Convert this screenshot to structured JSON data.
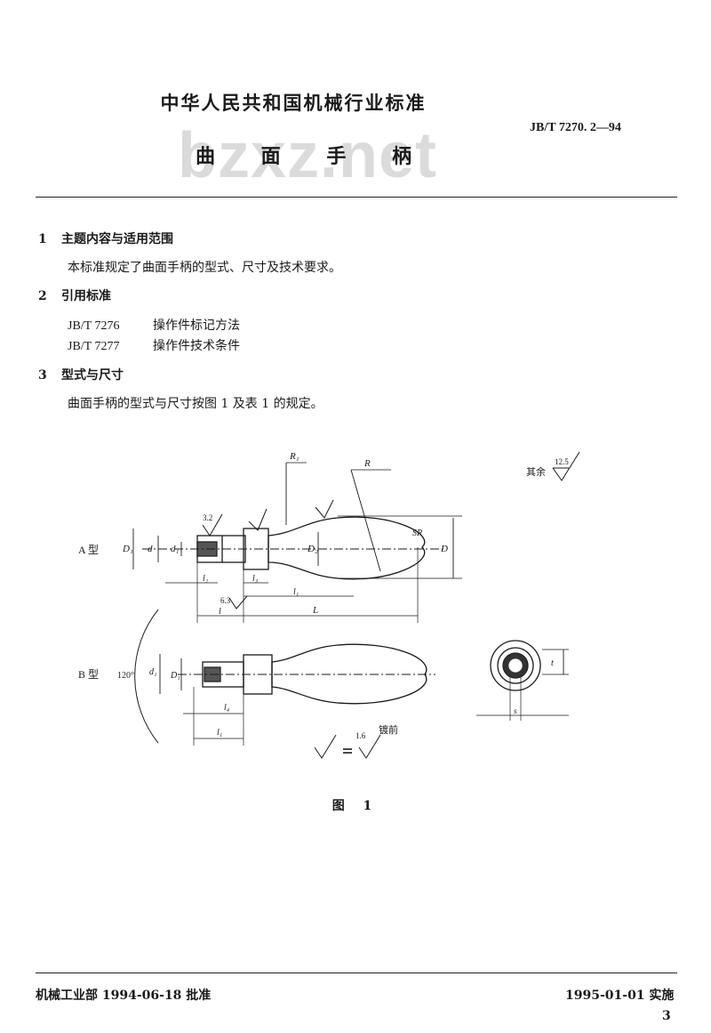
{
  "header": {
    "organization": "中华人民共和国机械行业标准",
    "standard_number": "JB/T 7270. 2—94",
    "title": "曲 面 手 柄",
    "watermark": "bzxz.net"
  },
  "sections": [
    {
      "number": "1",
      "heading": "主题内容与适用范围",
      "text": "本标准规定了曲面手柄的型式、尺寸及技术要求。"
    },
    {
      "number": "2",
      "heading": "引用标准",
      "refs": [
        {
          "code": "JB/T 7276",
          "title": "操作件标记方法"
        },
        {
          "code": "JB/T 7277",
          "title": "操作件技术条件"
        }
      ]
    },
    {
      "number": "3",
      "heading": "型式与尺寸",
      "text": "曲面手柄的型式与尺寸按图 1 及表 1 的规定。"
    }
  ],
  "figure": {
    "caption": "图 1",
    "type_a": "A 型",
    "type_b": "B 型",
    "rest_label": "其余",
    "rest_roughness": "12.5",
    "roughness_bore": "3.2",
    "roughness_face": "6.3",
    "plating_roughness": "1.6",
    "plating_label": "镀前",
    "angle": "120°",
    "dims": {
      "R1": "R₁",
      "R": "R",
      "SR": "SR",
      "D": "D",
      "D1": "D₁",
      "D2": "D₂",
      "d": "d",
      "d1": "d₁",
      "l": "l",
      "l1": "l₁",
      "l2": "l₂",
      "l3": "l₃",
      "l4": "l₄",
      "L": "L",
      "t": "t",
      "s": "s"
    }
  },
  "footer": {
    "approval": "机械工业部 1994-06-18 批准",
    "implementation": "1995-01-01 实施",
    "page": "3"
  }
}
